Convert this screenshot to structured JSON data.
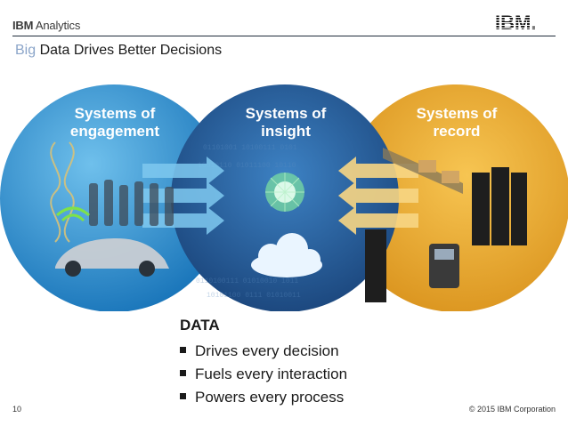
{
  "header": {
    "brand_bold": "IBM",
    "brand_rest": " Analytics",
    "logo_text": "IBM."
  },
  "title": {
    "accent": "Big",
    "rest": " Data Drives Better Decisions"
  },
  "circles": [
    {
      "line1": "Systems of",
      "line2": "engagement"
    },
    {
      "line1": "Systems of",
      "line2": "insight"
    },
    {
      "line1": "Systems of",
      "line2": "record"
    }
  ],
  "data_block": {
    "heading": "DATA",
    "bullets": [
      "Drives every decision",
      "Fuels every interaction",
      "Powers every process"
    ]
  },
  "footer": {
    "page_number": "10",
    "copyright": "© 2015 IBM Corporation"
  },
  "colors": {
    "left": "#1a82c8",
    "mid": "#1e5a9a",
    "right": "#e8a622",
    "accent": "#8ba5c9"
  }
}
